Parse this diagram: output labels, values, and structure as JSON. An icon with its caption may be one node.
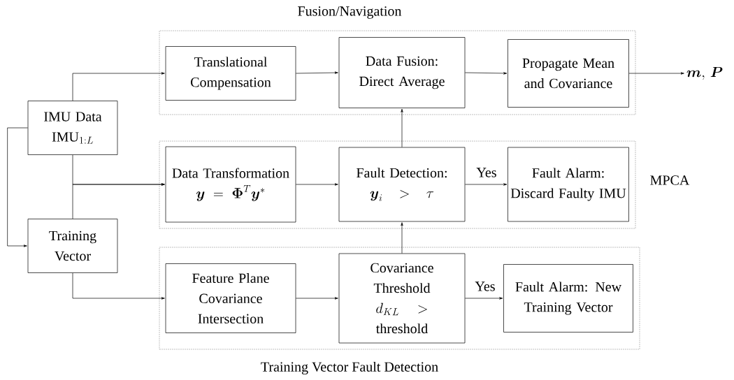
{
  "diagram": {
    "nodes": [
      {
        "text": [
          "Fusion/Navigation"
        ]
      },
      {
        "text": [
          "Translational Compensation"
        ],
        "in": 0
      },
      {
        "text": [
          "Data Fusion: Direct Average"
        ],
        "in": 0
      },
      {
        "text": [
          "Propagate Mean and Covariance"
        ],
        "in": 0
      },
      {
        "text": [
          "MPCA"
        ]
      },
      {
        "text": [
          "Data Transformation",
          "\\boldsymbol{y} = \\boldsymbol{\\Phi}^{T}\\boldsymbol{y}^{*}"
        ],
        "in": 4
      },
      {
        "text": [
          "Fault Detection:",
          "\\boldsymbol{y}_{i} \\;>\\; \\tau"
        ],
        "in": 4
      },
      {
        "text": [
          "Fault Alarm: Discard Faulty IMU"
        ],
        "in": 4
      },
      {
        "text": [
          "Training Vector Fault Detection"
        ]
      },
      {
        "text": [
          "Feature Plane Covariance Intersection"
        ],
        "in": 8
      },
      {
        "text": [
          "Covariance Threshold",
          "d_{KL} \\;>",
          "threshold"
        ],
        "in": 8
      },
      {
        "text": [
          "Fault Alarm: New Training Vector"
        ],
        "in": 8
      },
      {
        "text": [
          "IMU Data",
          "\\mathrm{IMU}_{1:L}"
        ]
      },
      {
        "text": [
          "Training Vector"
        ]
      },
      {
        "text": [
          "\\boldsymbol{m},\\, \\boldsymbol{P}"
        ]
      }
    ],
    "edges": [
      {
        "from": 12,
        "to": 1,
        "arrow": "to"
      },
      {
        "from": 12,
        "to": 5,
        "arrow": "to"
      },
      {
        "from": 13,
        "to": 5,
        "arrow": "to"
      },
      {
        "from": 12,
        "to": 13,
        "arrow": "to"
      },
      {
        "from": 13,
        "to": 9,
        "arrow": "to"
      },
      {
        "from": 1,
        "to": 2,
        "arrow": "to"
      },
      {
        "from": 2,
        "to": 3,
        "arrow": "to"
      },
      {
        "from": 3,
        "to": 14,
        "arrow": "to"
      },
      {
        "from": 5,
        "to": 6,
        "arrow": "to"
      },
      {
        "from": 6,
        "to": 7,
        "label": "Yes",
        "arrow": "to"
      },
      {
        "from": 6,
        "to": 2,
        "arrow": "to"
      },
      {
        "from": 9,
        "to": 10,
        "arrow": "to"
      },
      {
        "from": 10,
        "to": 11,
        "label": "Yes",
        "arrow": "to"
      },
      {
        "from": 10,
        "to": 6,
        "arrow": "to"
      }
    ]
  }
}
